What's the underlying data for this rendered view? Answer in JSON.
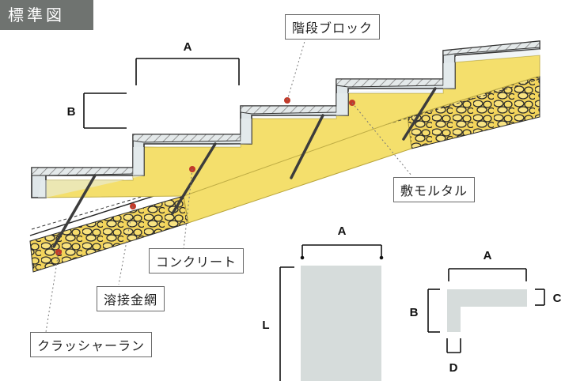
{
  "header": {
    "title": "標準図"
  },
  "callouts": {
    "block": "階段ブロック",
    "mortar": "敷モルタル",
    "concrete": "コンクリート",
    "mesh": "溶接金網",
    "crusher_run": "クラッシャーラン"
  },
  "dimensions": {
    "stair_a": "A",
    "stair_b": "B",
    "front_a": "A",
    "front_l": "L",
    "side_a": "A",
    "side_b": "B",
    "side_c": "C",
    "side_d": "D"
  },
  "colors": {
    "concrete": "#f4df6c",
    "block": "#dfe6e9",
    "gravel": "#f1cf48",
    "leader": "#c23a2a"
  }
}
